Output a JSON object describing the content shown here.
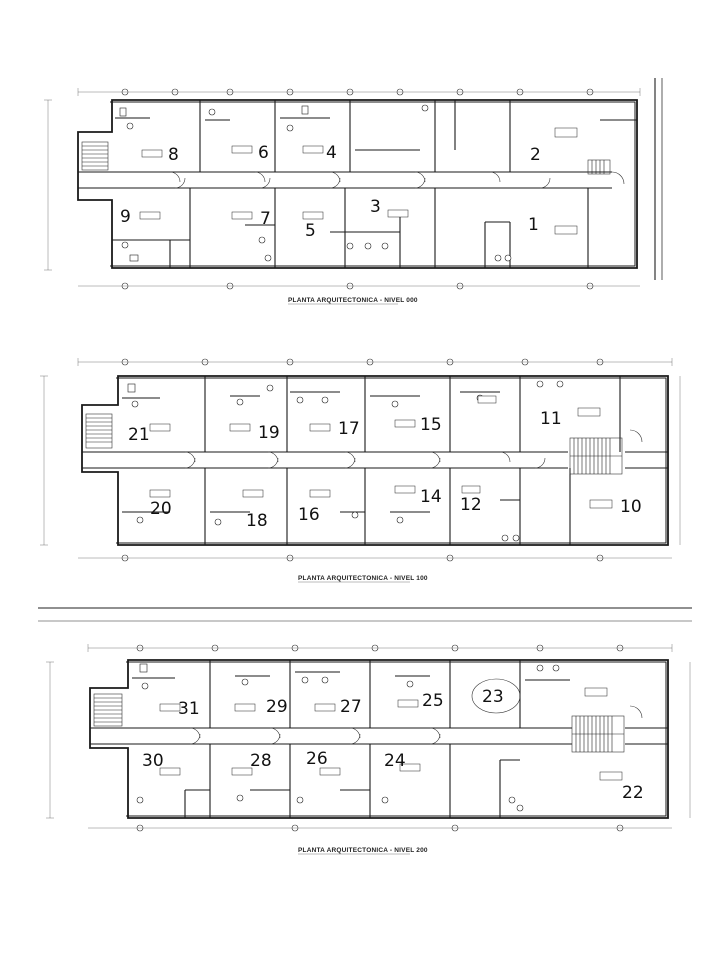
{
  "document": {
    "floors": [
      {
        "id": "nivel-000",
        "title": "PLANTA ARQUITECTONICA - NIVEL 000",
        "rooms": [
          {
            "label": "8"
          },
          {
            "label": "6"
          },
          {
            "label": "4"
          },
          {
            "label": "2"
          },
          {
            "label": "9"
          },
          {
            "label": "7"
          },
          {
            "label": "5"
          },
          {
            "label": "3"
          },
          {
            "label": "1"
          }
        ]
      },
      {
        "id": "nivel-100",
        "title": "PLANTA ARQUITECTONICA - NIVEL 100",
        "rooms": [
          {
            "label": "21"
          },
          {
            "label": "19"
          },
          {
            "label": "17"
          },
          {
            "label": "15"
          },
          {
            "label": "11"
          },
          {
            "label": "20"
          },
          {
            "label": "18"
          },
          {
            "label": "16"
          },
          {
            "label": "14"
          },
          {
            "label": "12"
          },
          {
            "label": "10"
          }
        ]
      },
      {
        "id": "nivel-200",
        "title": "PLANTA ARQUITECTONICA - NIVEL 200",
        "rooms": [
          {
            "label": "31"
          },
          {
            "label": "29"
          },
          {
            "label": "27"
          },
          {
            "label": "25"
          },
          {
            "label": "23"
          },
          {
            "label": "30"
          },
          {
            "label": "28"
          },
          {
            "label": "26"
          },
          {
            "label": "24"
          },
          {
            "label": "22"
          }
        ]
      }
    ]
  }
}
